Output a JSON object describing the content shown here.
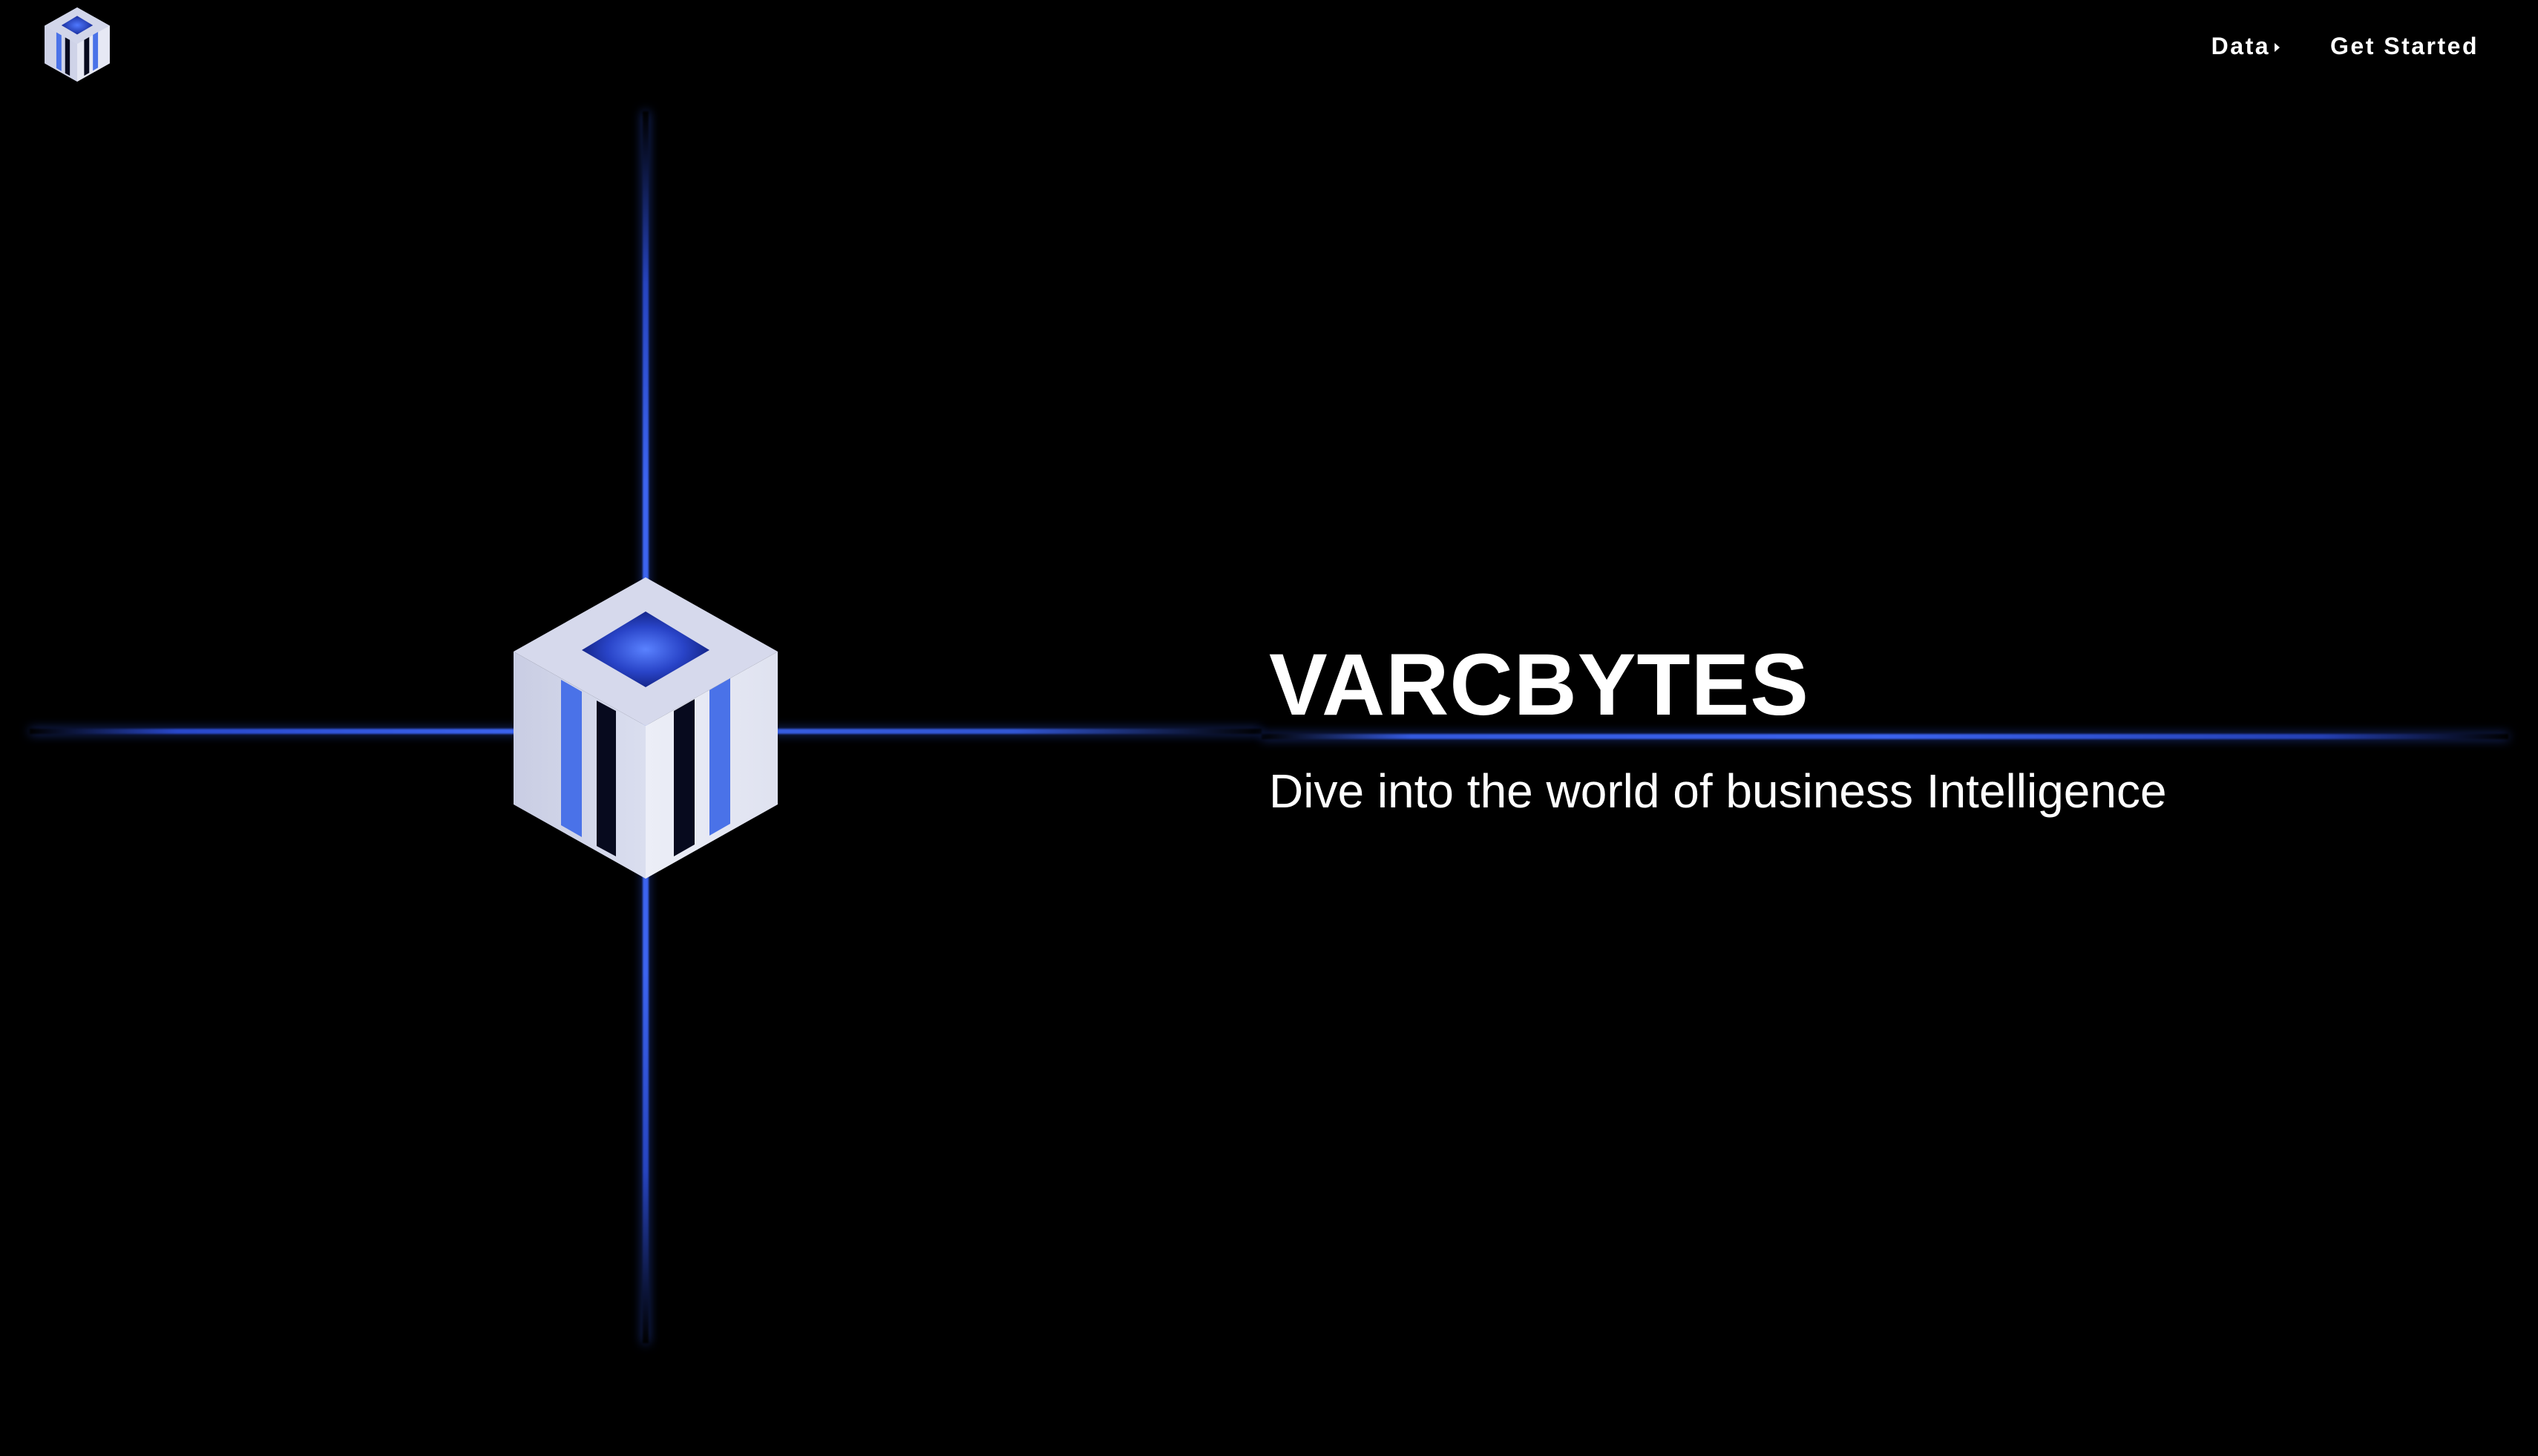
{
  "brand": {
    "logo_icon": "cube-logo-icon",
    "name": "VARCBYTES"
  },
  "nav": {
    "items": [
      {
        "label": "Data",
        "has_dropdown": true
      },
      {
        "label": "Get Started",
        "has_dropdown": false
      }
    ]
  },
  "hero": {
    "title": "VARCBYTES",
    "subtitle": "Dive into the world of business Intelligence",
    "graphic_icon": "cube-logo-icon"
  },
  "colors": {
    "background": "#000000",
    "text": "#ffffff",
    "accent_blue": "#3c64f0",
    "cube_face_light": "#dcdff0",
    "cube_stripe_blue": "#4a72e8",
    "cube_stripe_dark": "#070a1e"
  }
}
